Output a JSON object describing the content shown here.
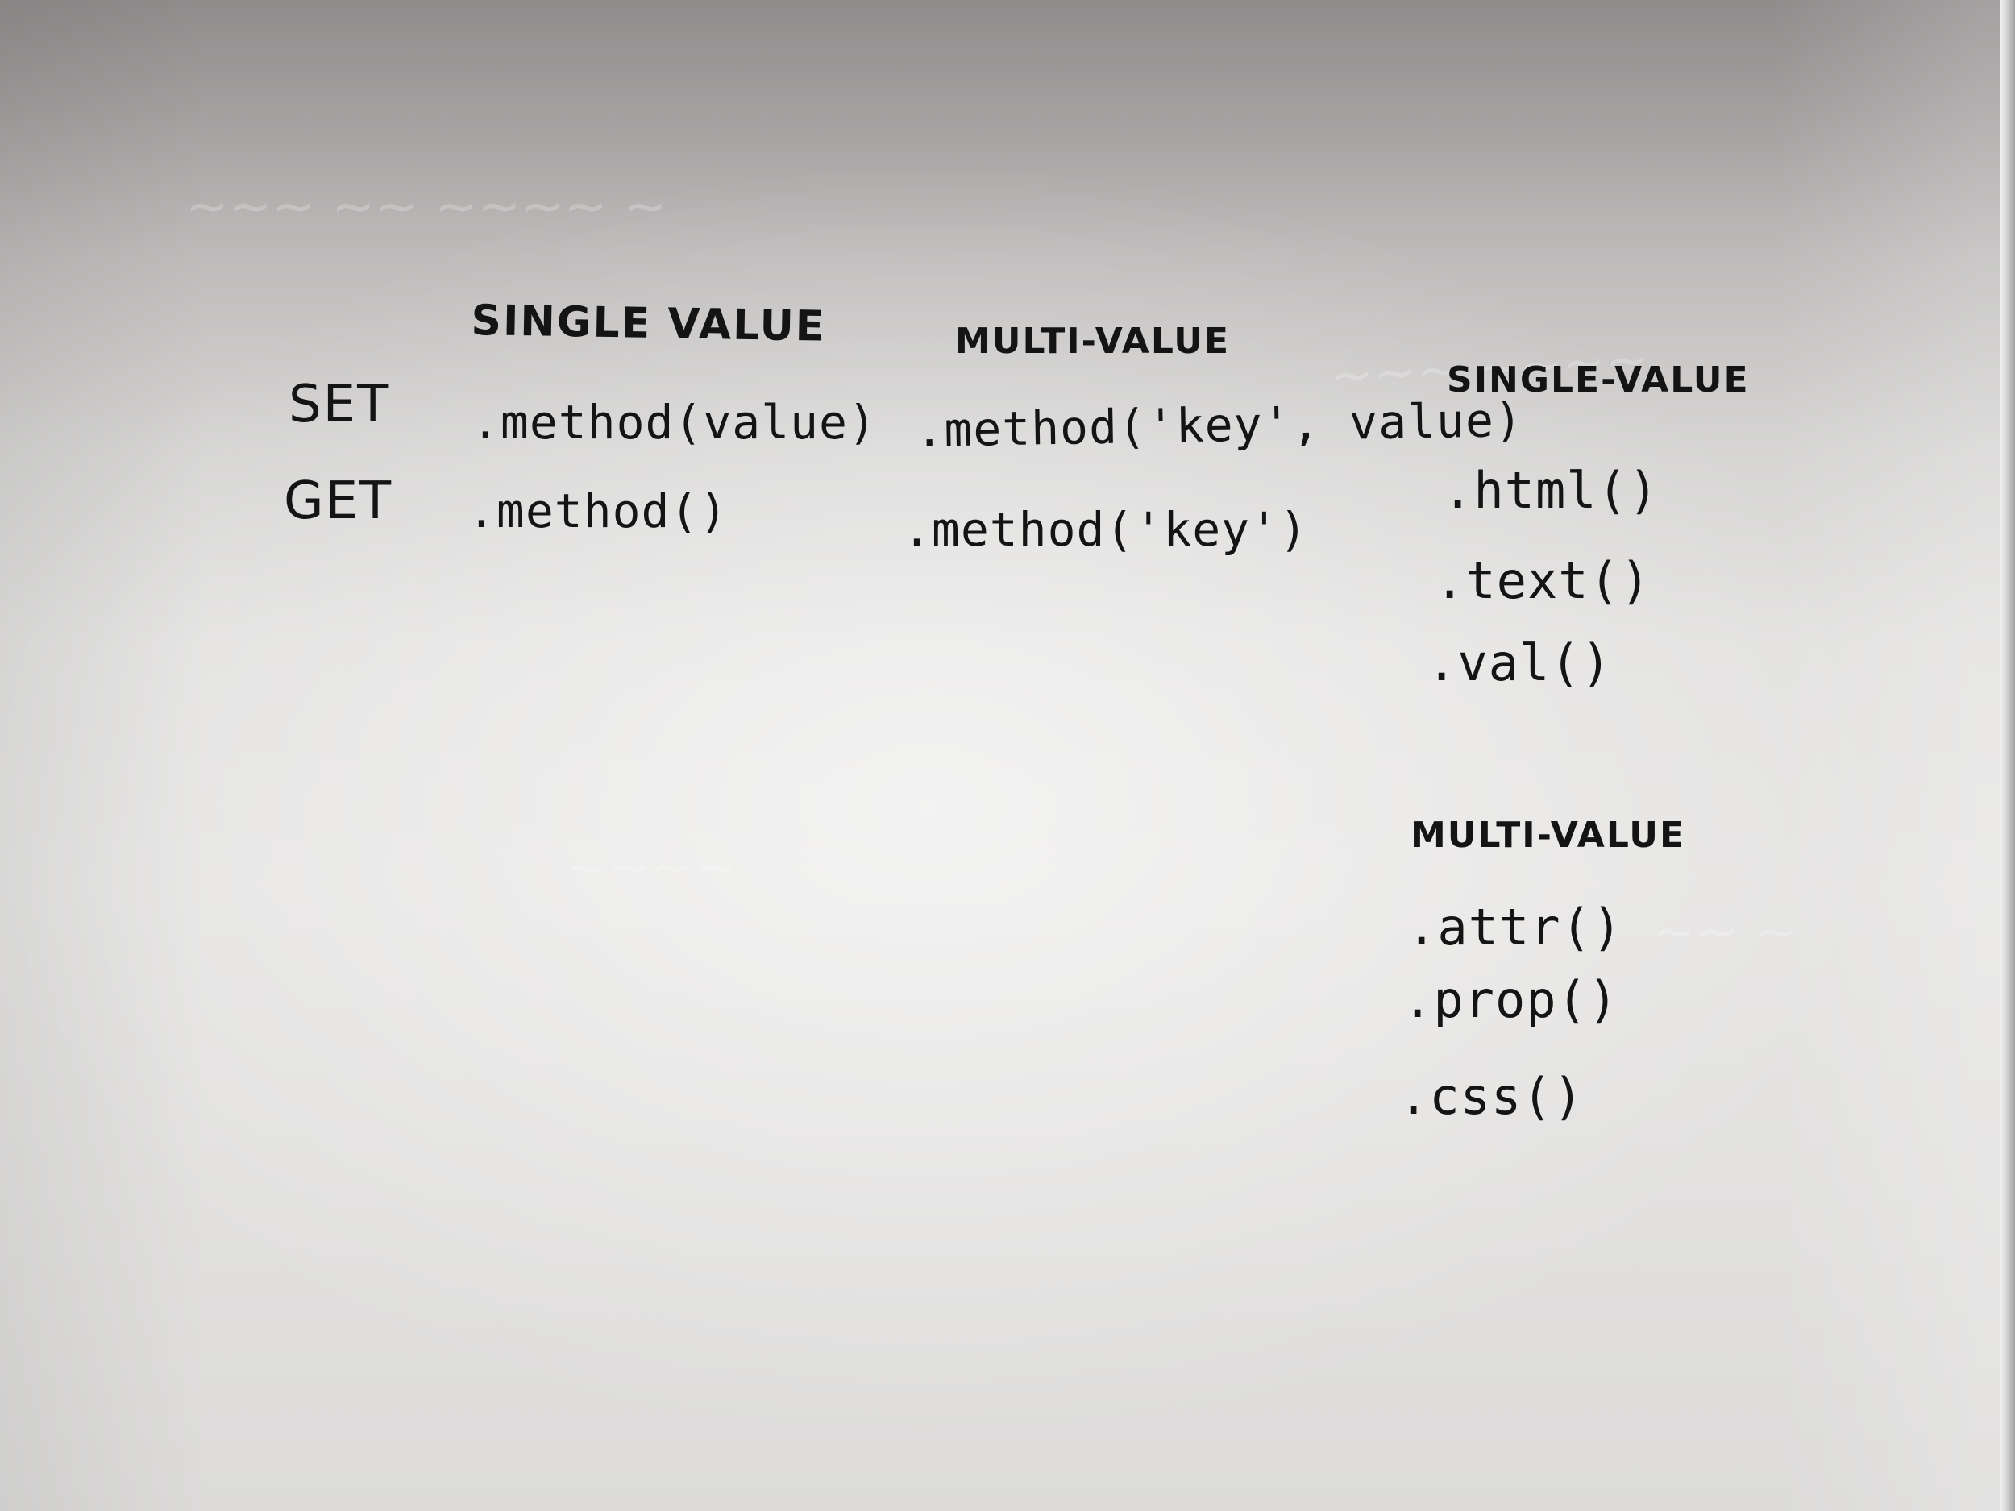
{
  "whiteboard": {
    "left_table": {
      "header_single": "SINGLE VALUE",
      "header_multi": "MULTI-VALUE",
      "set_label": "SET",
      "get_label": "GET",
      "set_single": ".method(value)",
      "set_multi": ".method('key', value)",
      "get_single": ".method()",
      "get_multi": ".method('key')"
    },
    "right_list": {
      "single_header": "SINGLE-VALUE",
      "single_items": [
        ".html()",
        ".text()",
        ".val()"
      ],
      "multi_header": "MULTI-VALUE",
      "multi_items": [
        ".attr()",
        ".prop()",
        ".css()"
      ]
    }
  }
}
